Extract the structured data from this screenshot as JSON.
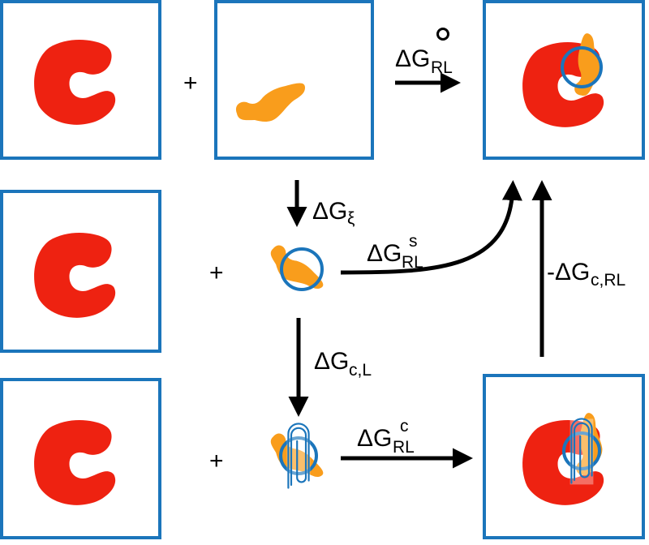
{
  "colors": {
    "receptor": "#ee2211",
    "ligand": "#f99d1c",
    "box_border": "#1b75bb",
    "restraint": "#1b75bb",
    "arrow": "#000000",
    "background": "#ffffff"
  },
  "operators": {
    "plus": "+"
  },
  "labels": {
    "dg_rl_standard": {
      "main": "ΔG",
      "sub": "RL",
      "sup": "o"
    },
    "dg_xi": {
      "main": "ΔG",
      "sub": "ξ"
    },
    "dg_rl_s": {
      "main": "ΔG",
      "sub": "RL",
      "sup": "s"
    },
    "dg_c_l": {
      "main": "ΔG",
      "sub": "c,L"
    },
    "dg_rl_c": {
      "main": "ΔG",
      "sub": "RL",
      "sup": "c"
    },
    "neg_dg_c_rl": {
      "main": "-ΔG",
      "sub": "c,RL"
    }
  },
  "icons": {
    "receptor": "receptor-shape-icon",
    "ligand": "ligand-shape-icon",
    "restraint": "restraint-circle-icon",
    "paperclip": "paperclip-icon"
  }
}
